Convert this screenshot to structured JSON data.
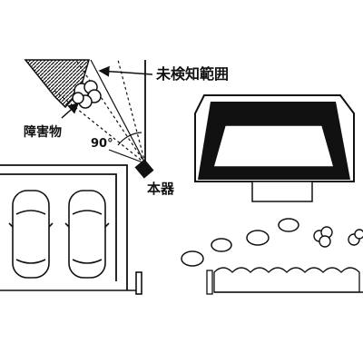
{
  "labels": {
    "undetected_area": "未検知範囲",
    "obstacle": "障害物",
    "angle": "90°",
    "device": "本器"
  },
  "colors": {
    "ink": "#111111",
    "paper": "#ffffff",
    "fill_dark": "#1a1a1a"
  }
}
